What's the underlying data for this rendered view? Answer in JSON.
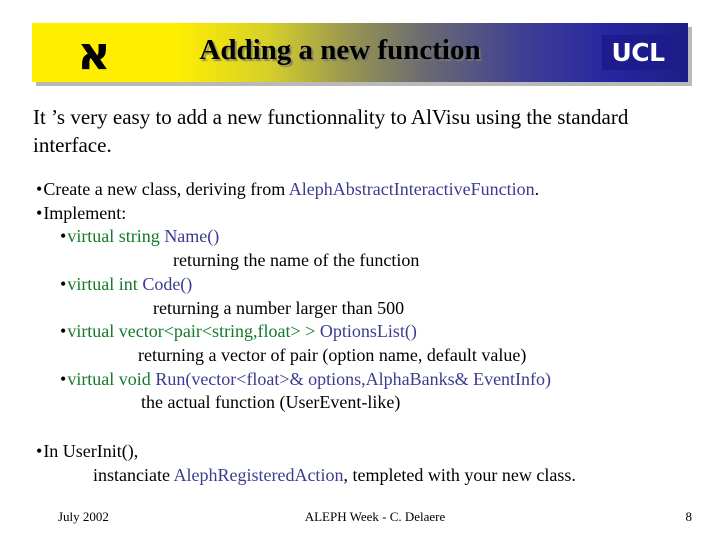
{
  "slide": {
    "header": {
      "title": "Adding a new function",
      "logo_left_glyph": "א",
      "logo_left_name": "aleph-hebrew-letter",
      "logo_right_text": "UCL",
      "gradient_start": "#ffee00",
      "gradient_end": "#1e1e86",
      "ucl_box_color": "#1c1c8c"
    },
    "intro": "It ’s very easy to add a new functionnality to AlVisu using the standard interface.",
    "colors": {
      "code_green": "#127a28",
      "code_blue": "#3b3b8f",
      "text_black": "#000000"
    },
    "bullets": [
      {
        "indent": "b1",
        "bullet": true,
        "parts": [
          {
            "text": "Create a new class, deriving from ",
            "color": "black"
          },
          {
            "text": "AlephAbstractInteractiveFunction",
            "color": "blue"
          },
          {
            "text": ".",
            "color": "black"
          }
        ]
      },
      {
        "indent": "b1",
        "bullet": true,
        "parts": [
          {
            "text": "Implement:",
            "color": "black"
          }
        ]
      },
      {
        "indent": "b2",
        "bullet": true,
        "parts": [
          {
            "text": "virtual string ",
            "color": "green"
          },
          {
            "text": "Name()",
            "color": "blue"
          }
        ]
      },
      {
        "indent": "ind1",
        "bullet": false,
        "parts": [
          {
            "text": "returning the name of the function",
            "color": "black"
          }
        ]
      },
      {
        "indent": "b2",
        "bullet": true,
        "parts": [
          {
            "text": "virtual int ",
            "color": "green"
          },
          {
            "text": "Code()",
            "color": "blue"
          }
        ]
      },
      {
        "indent": "ind2",
        "bullet": false,
        "parts": [
          {
            "text": "returning a number larger than 500",
            "color": "black"
          }
        ]
      },
      {
        "indent": "b2",
        "bullet": true,
        "parts": [
          {
            "text": "virtual vector<pair<string,float> > ",
            "color": "green"
          },
          {
            "text": "OptionsList()",
            "color": "blue"
          }
        ]
      },
      {
        "indent": "ind3",
        "bullet": false,
        "parts": [
          {
            "text": "returning a vector of pair (option name, default value)",
            "color": "black"
          }
        ]
      },
      {
        "indent": "b2",
        "bullet": true,
        "parts": [
          {
            "text": "virtual void ",
            "color": "green"
          },
          {
            "text": "Run(vector<float>& options,AlphaBanks& EventInfo)",
            "color": "blue"
          }
        ]
      },
      {
        "indent": "ind4",
        "bullet": false,
        "parts": [
          {
            "text": "the actual function (UserEvent-like)",
            "color": "black"
          }
        ]
      }
    ],
    "tail": [
      {
        "indent": "b1",
        "bullet": true,
        "parts": [
          {
            "text": "In UserInit(),",
            "color": "black"
          }
        ]
      },
      {
        "indent": "sub",
        "bullet": false,
        "parts": [
          {
            "text": "instanciate ",
            "color": "black"
          },
          {
            "text": "AlephRegisteredAction",
            "color": "blue"
          },
          {
            "text": ", templeted with your new class.",
            "color": "black"
          }
        ]
      }
    ],
    "footer": {
      "date": "July 2002",
      "event": "ALEPH Week - C. Delaere",
      "page_number": "8"
    }
  }
}
